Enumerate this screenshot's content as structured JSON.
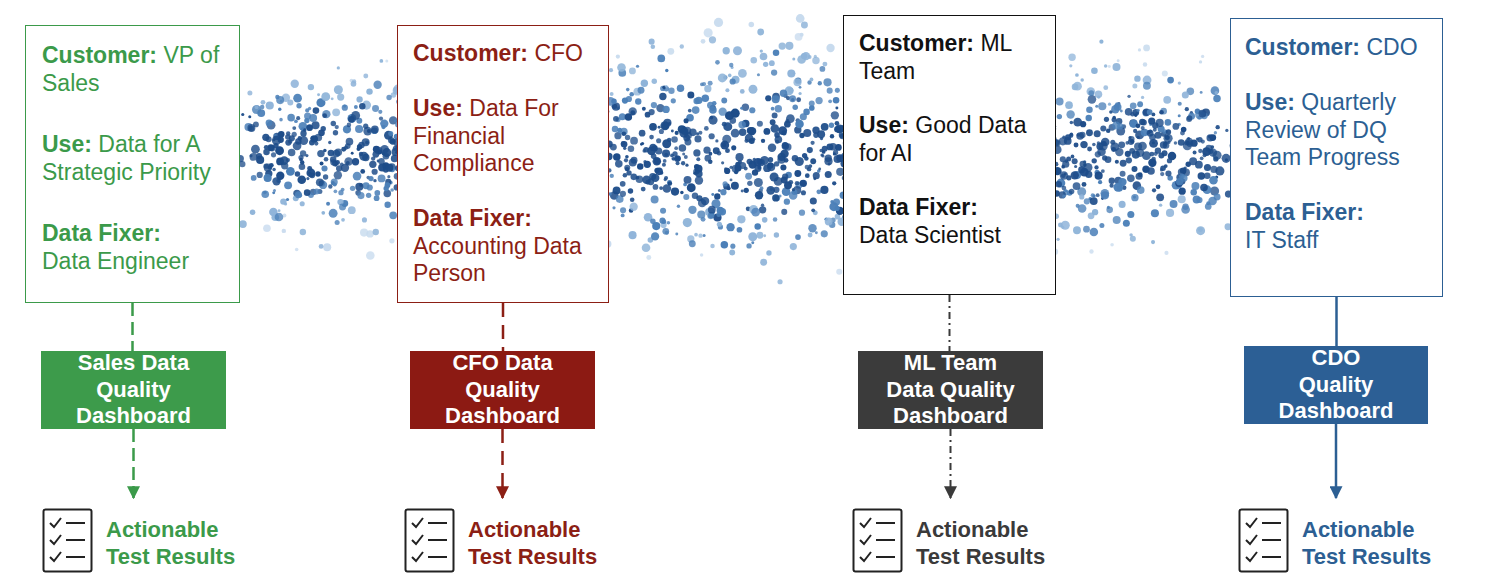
{
  "diagram": {
    "nodes": [
      {
        "text": [
          "Customer:",
          "VP of Sales",
          "Use:",
          "Data for A Strategic Priority",
          "Data Fixer:",
          "Data Engineer"
        ]
      },
      {
        "text": [
          "Customer:",
          "CFO",
          "Use:",
          "Data For Financial Compliance",
          "Data Fixer:",
          "Accounting Data Person"
        ]
      },
      {
        "text": [
          "Customer:",
          "ML Team",
          "Use:",
          "Good Data for AI",
          "Data Fixer:",
          "Data Scientist"
        ]
      },
      {
        "text": [
          "Customer:",
          "CDO",
          "Use:",
          "Quarterly Review of DQ Team Progress",
          "Data Fixer:",
          "IT Staff"
        ]
      },
      {
        "text": [
          "Sales Data Quality Dashboard"
        ]
      },
      {
        "text": [
          "CFO Data Quality Dashboard"
        ]
      },
      {
        "text": [
          "ML Team Data Quality Dashboard"
        ]
      },
      {
        "text": [
          "CDO Quality Dashboard"
        ]
      },
      {
        "text": [
          "Actionable Test Results"
        ]
      },
      {
        "text": [
          "Actionable Test Results"
        ]
      },
      {
        "text": [
          "Actionable Test Results"
        ]
      },
      {
        "text": [
          "Actionable Test Results"
        ]
      }
    ],
    "edges": [
      {
        "from": 0,
        "to": 4,
        "arrow": "none"
      },
      {
        "from": 1,
        "to": 5,
        "arrow": "none"
      },
      {
        "from": 2,
        "to": 6,
        "arrow": "none"
      },
      {
        "from": 3,
        "to": 7,
        "arrow": "none"
      },
      {
        "from": 4,
        "to": 8,
        "arrow": "to"
      },
      {
        "from": 5,
        "to": 9,
        "arrow": "to"
      },
      {
        "from": 6,
        "to": 10,
        "arrow": "to"
      },
      {
        "from": 7,
        "to": 11,
        "arrow": "to"
      }
    ]
  }
}
